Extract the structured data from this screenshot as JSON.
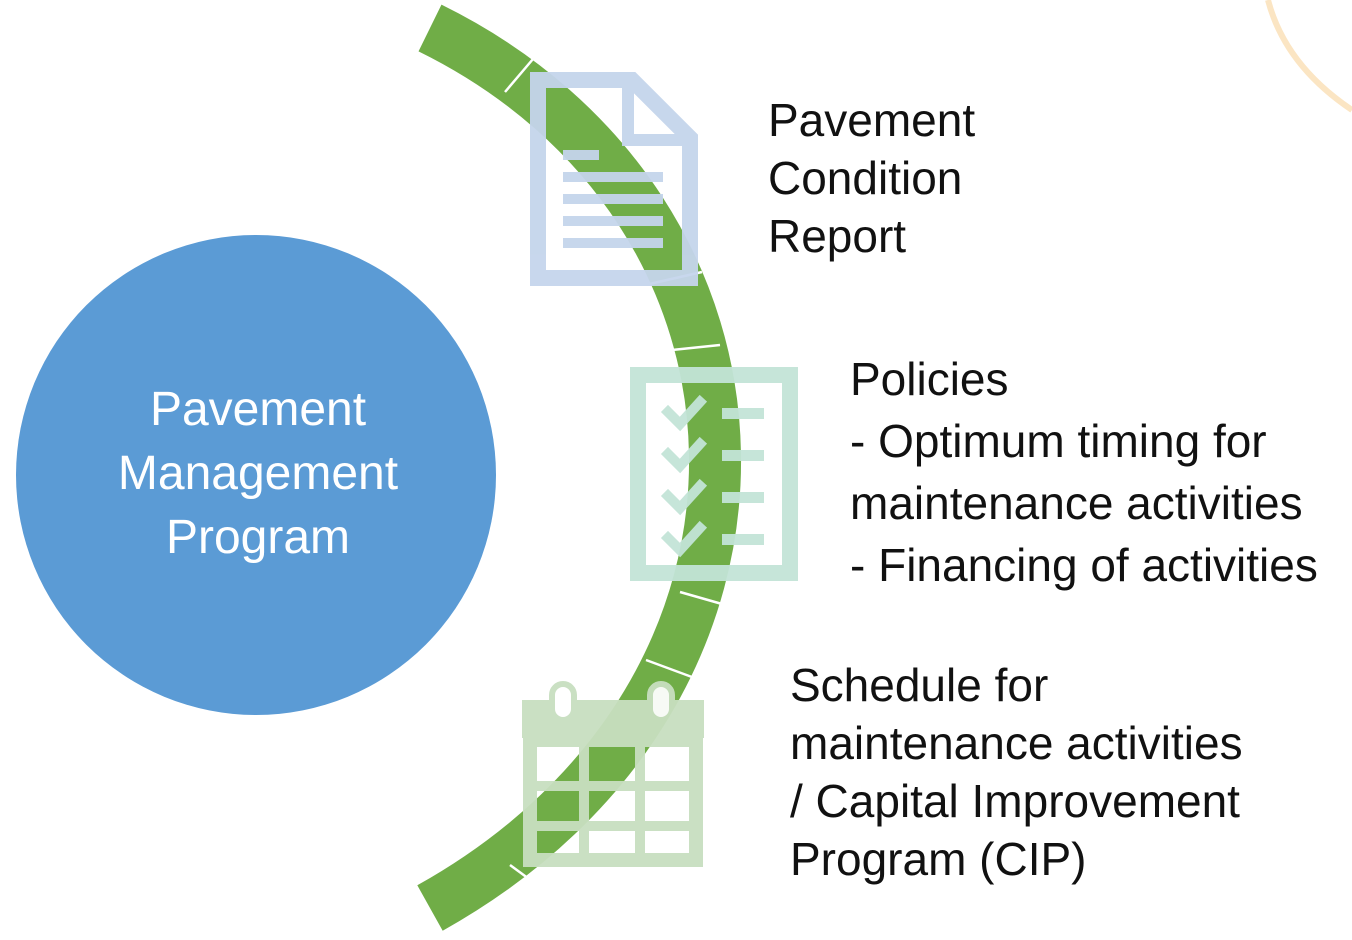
{
  "hub": {
    "lines": [
      "Pavement",
      "Management",
      "Program"
    ]
  },
  "items": [
    {
      "icon": "document-icon",
      "lines": [
        "Pavement",
        "Condition",
        "Report"
      ]
    },
    {
      "icon": "checklist-icon",
      "lines": [
        "Policies",
        "- Optimum timing for",
        "maintenance activities",
        "- Financing of activities"
      ]
    },
    {
      "icon": "calendar-icon",
      "lines": [
        "Schedule for",
        "maintenance activities",
        "/ Capital Improvement",
        "Program (CIP)"
      ]
    }
  ],
  "colors": {
    "hub": "#5b9bd5",
    "arc": "#70ad47",
    "document_icon": "#c5d5ec",
    "checklist_icon": "#c3e4d7",
    "calendar_icon": "#c8dfc0",
    "corner_decoration": "#fbe5c3"
  }
}
